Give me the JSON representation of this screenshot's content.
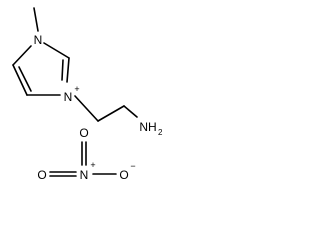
{
  "cation": {
    "atoms": {
      "n1": "N",
      "n3": "N",
      "n3_charge": "+",
      "amine": "NH",
      "amine_sub": "2"
    }
  },
  "anion": {
    "atoms": {
      "n": "N",
      "n_charge": "+",
      "o_top": "O",
      "o_left": "O",
      "o_right": "O",
      "o_right_charge": "−"
    }
  }
}
